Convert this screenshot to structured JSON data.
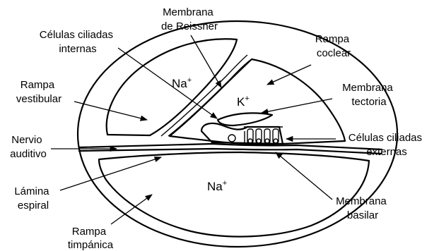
{
  "labels": {
    "membrana_reissner_1": "Membrana",
    "membrana_reissner_2": "de Reissner",
    "celulas_internas_1": "Células ciliadas",
    "celulas_internas_2": "internas",
    "rampa_coclear_1": "Rampa",
    "rampa_coclear_2": "coclear",
    "rampa_vestibular_1": "Rampa",
    "rampa_vestibular_2": "vestibular",
    "membrana_tectoria_1": "Membrana",
    "membrana_tectoria_2": "tectoria",
    "nervio_auditivo_1": "Nervio",
    "nervio_auditivo_2": "auditivo",
    "celulas_externas_1": "Células ciliadas",
    "celulas_externas_2": "externas",
    "lamina_espiral_1": "Lámina",
    "lamina_espiral_2": "espiral",
    "membrana_basilar_1": "Membrana",
    "membrana_basilar_2": "basilar",
    "rampa_timpanica_1": "Rampa",
    "rampa_timpanica_2": "timpánica"
  },
  "ions": {
    "vestibular_base": "Na",
    "vestibular_sup": "+",
    "coclear_base": "K",
    "coclear_sup": "+",
    "timpanica_base": "Na",
    "timpanica_sup": "+"
  }
}
